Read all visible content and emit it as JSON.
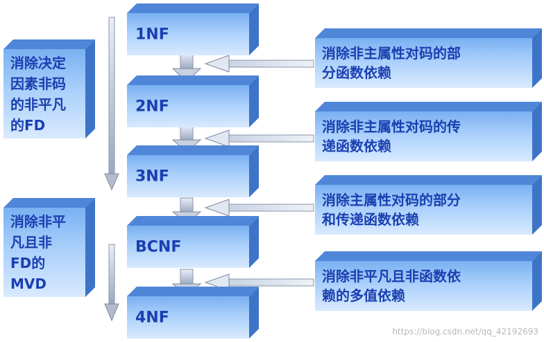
{
  "stages": [
    "1NF",
    "2NF",
    "3NF",
    "BCNF",
    "4NF"
  ],
  "left_notes": [
    "消除决定\n因素非码\n的非平凡\n的FD",
    "消除非平\n凡且非\nFD的\nMVD"
  ],
  "right_notes": [
    "消除非主属性对码的部\n分函数依赖",
    "消除非主属性对码的传\n递函数依赖",
    "消除主属性对码的部分\n和传递函数依赖",
    "消除非平凡且非函数依\n赖的多值依赖"
  ],
  "watermark": "https://blog.csdn.net/qq_42192693",
  "colors": {
    "text": "#1a3fb0",
    "box_top": "#4f86d8",
    "box_side": "#3d74c7",
    "gradient_start": "#7ab0f2",
    "gradient_end": "#d9eafe"
  }
}
